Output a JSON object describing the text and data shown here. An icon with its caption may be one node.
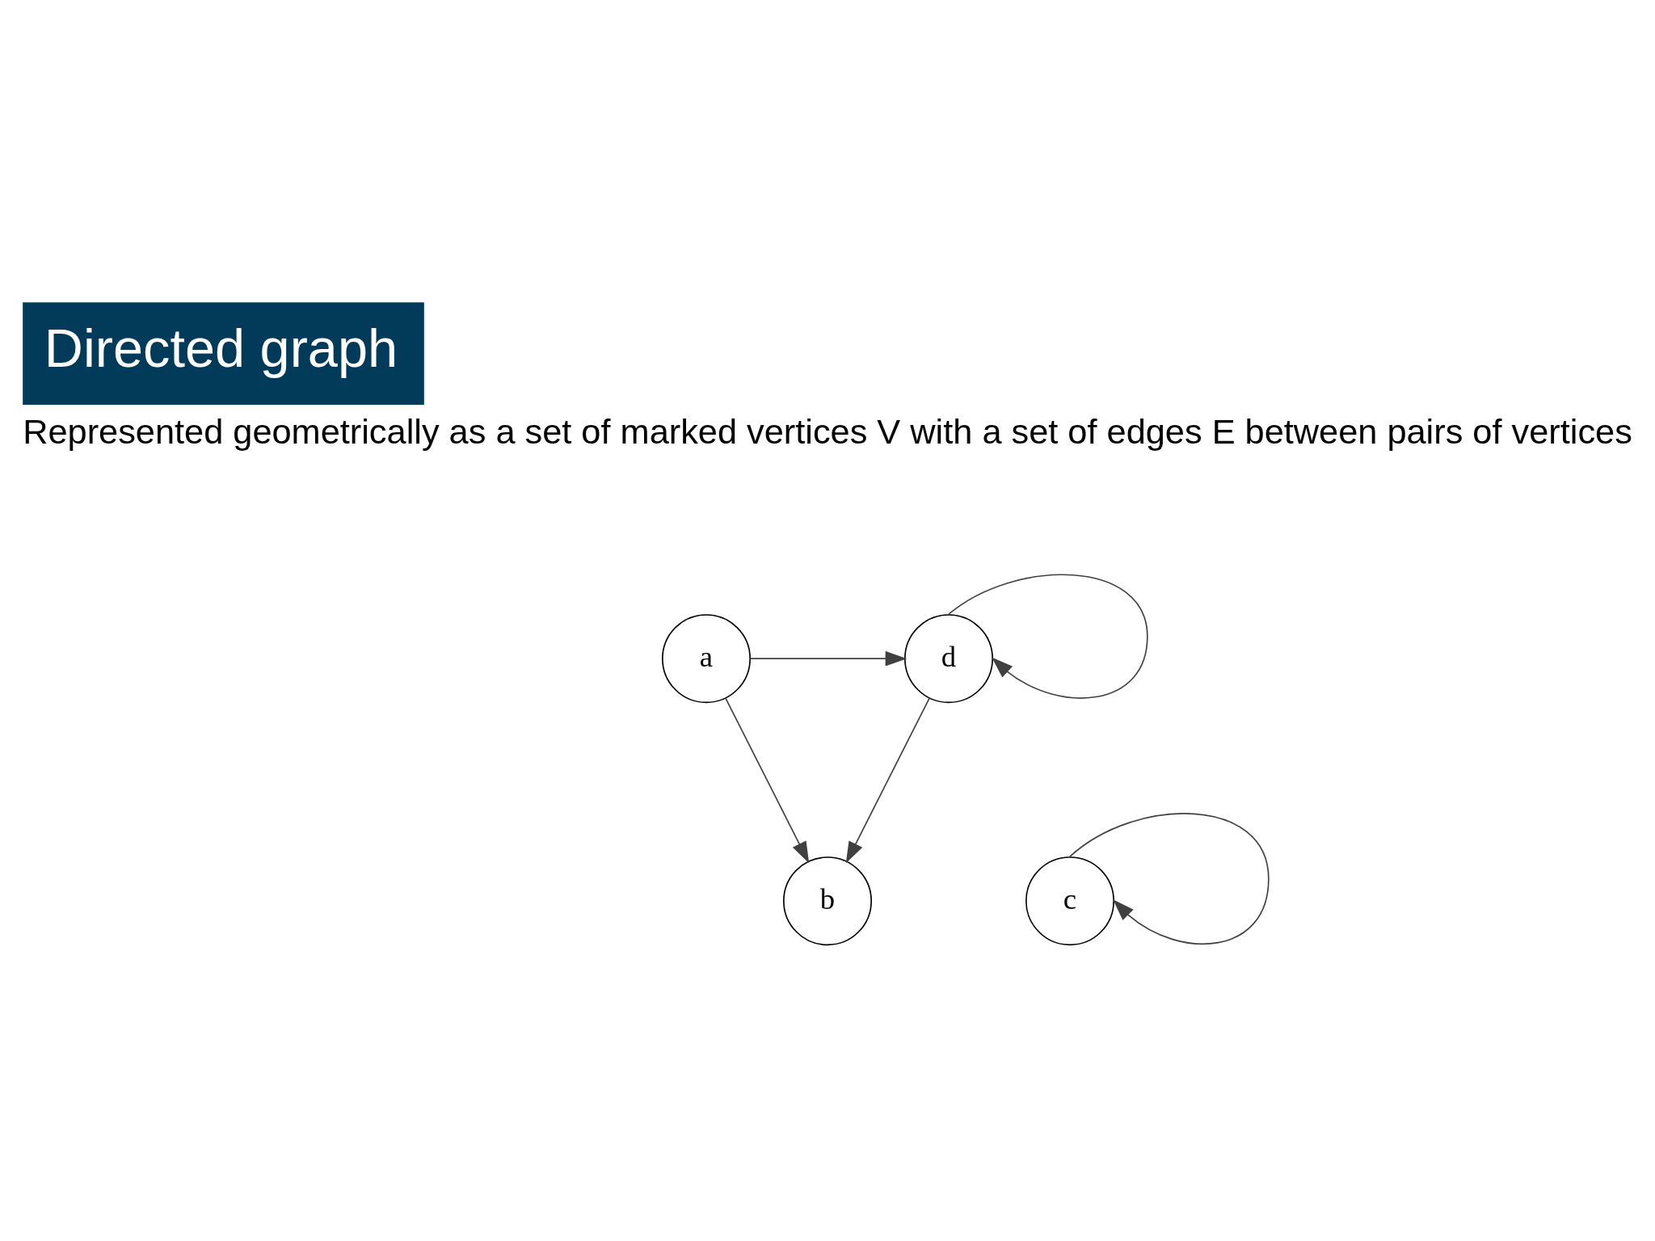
{
  "diagram": {
    "title": "Directed graph",
    "nodes": [
      {
        "text": [
          "a"
        ]
      },
      {
        "text": [
          "d"
        ]
      },
      {
        "text": [
          "b"
        ]
      },
      {
        "text": [
          "c"
        ]
      }
    ],
    "edges": [
      {
        "from": 0,
        "to": 1,
        "arrow": "to"
      },
      {
        "from": 1,
        "to": 1,
        "arrow": "to"
      },
      {
        "from": 0,
        "to": 2,
        "arrow": "to"
      },
      {
        "from": 1,
        "to": 2,
        "arrow": "to"
      },
      {
        "from": 3,
        "to": 3,
        "arrow": "to"
      }
    ],
    "labels": [
      "Represented geometrically as a set of marked vertices V with a set of edges E between pairs of vertices"
    ]
  }
}
